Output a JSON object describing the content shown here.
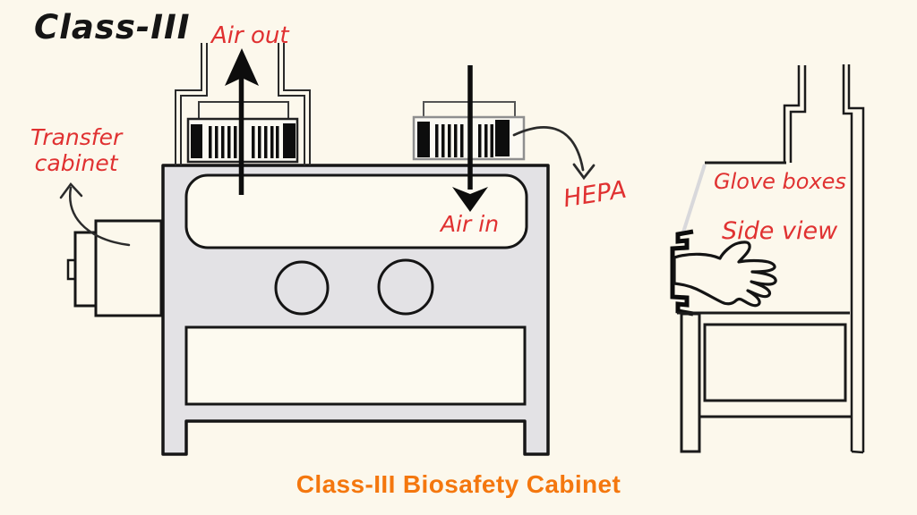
{
  "diagram_title": "Class-III Biosafety Cabinet",
  "labels": {
    "class_type": "Class-III",
    "air_out": "Air out",
    "transfer_cabinet_line1": "Transfer",
    "transfer_cabinet_line2": "cabinet",
    "air_in": "Air in",
    "hepa": "HEPA",
    "glove_boxes": "Glove boxes",
    "side_view": "Side view",
    "caption": "Class-III Biosafety Cabinet"
  },
  "colors": {
    "background": "#FCF8EC",
    "ink": "#1B1B1B",
    "label_red": "#E03131",
    "caption_orange": "#F4770E",
    "cabinet_gray": "#E3E2E5",
    "window_cream": "#FDFAF0",
    "slant_light_gray": "#D8D8DB"
  }
}
